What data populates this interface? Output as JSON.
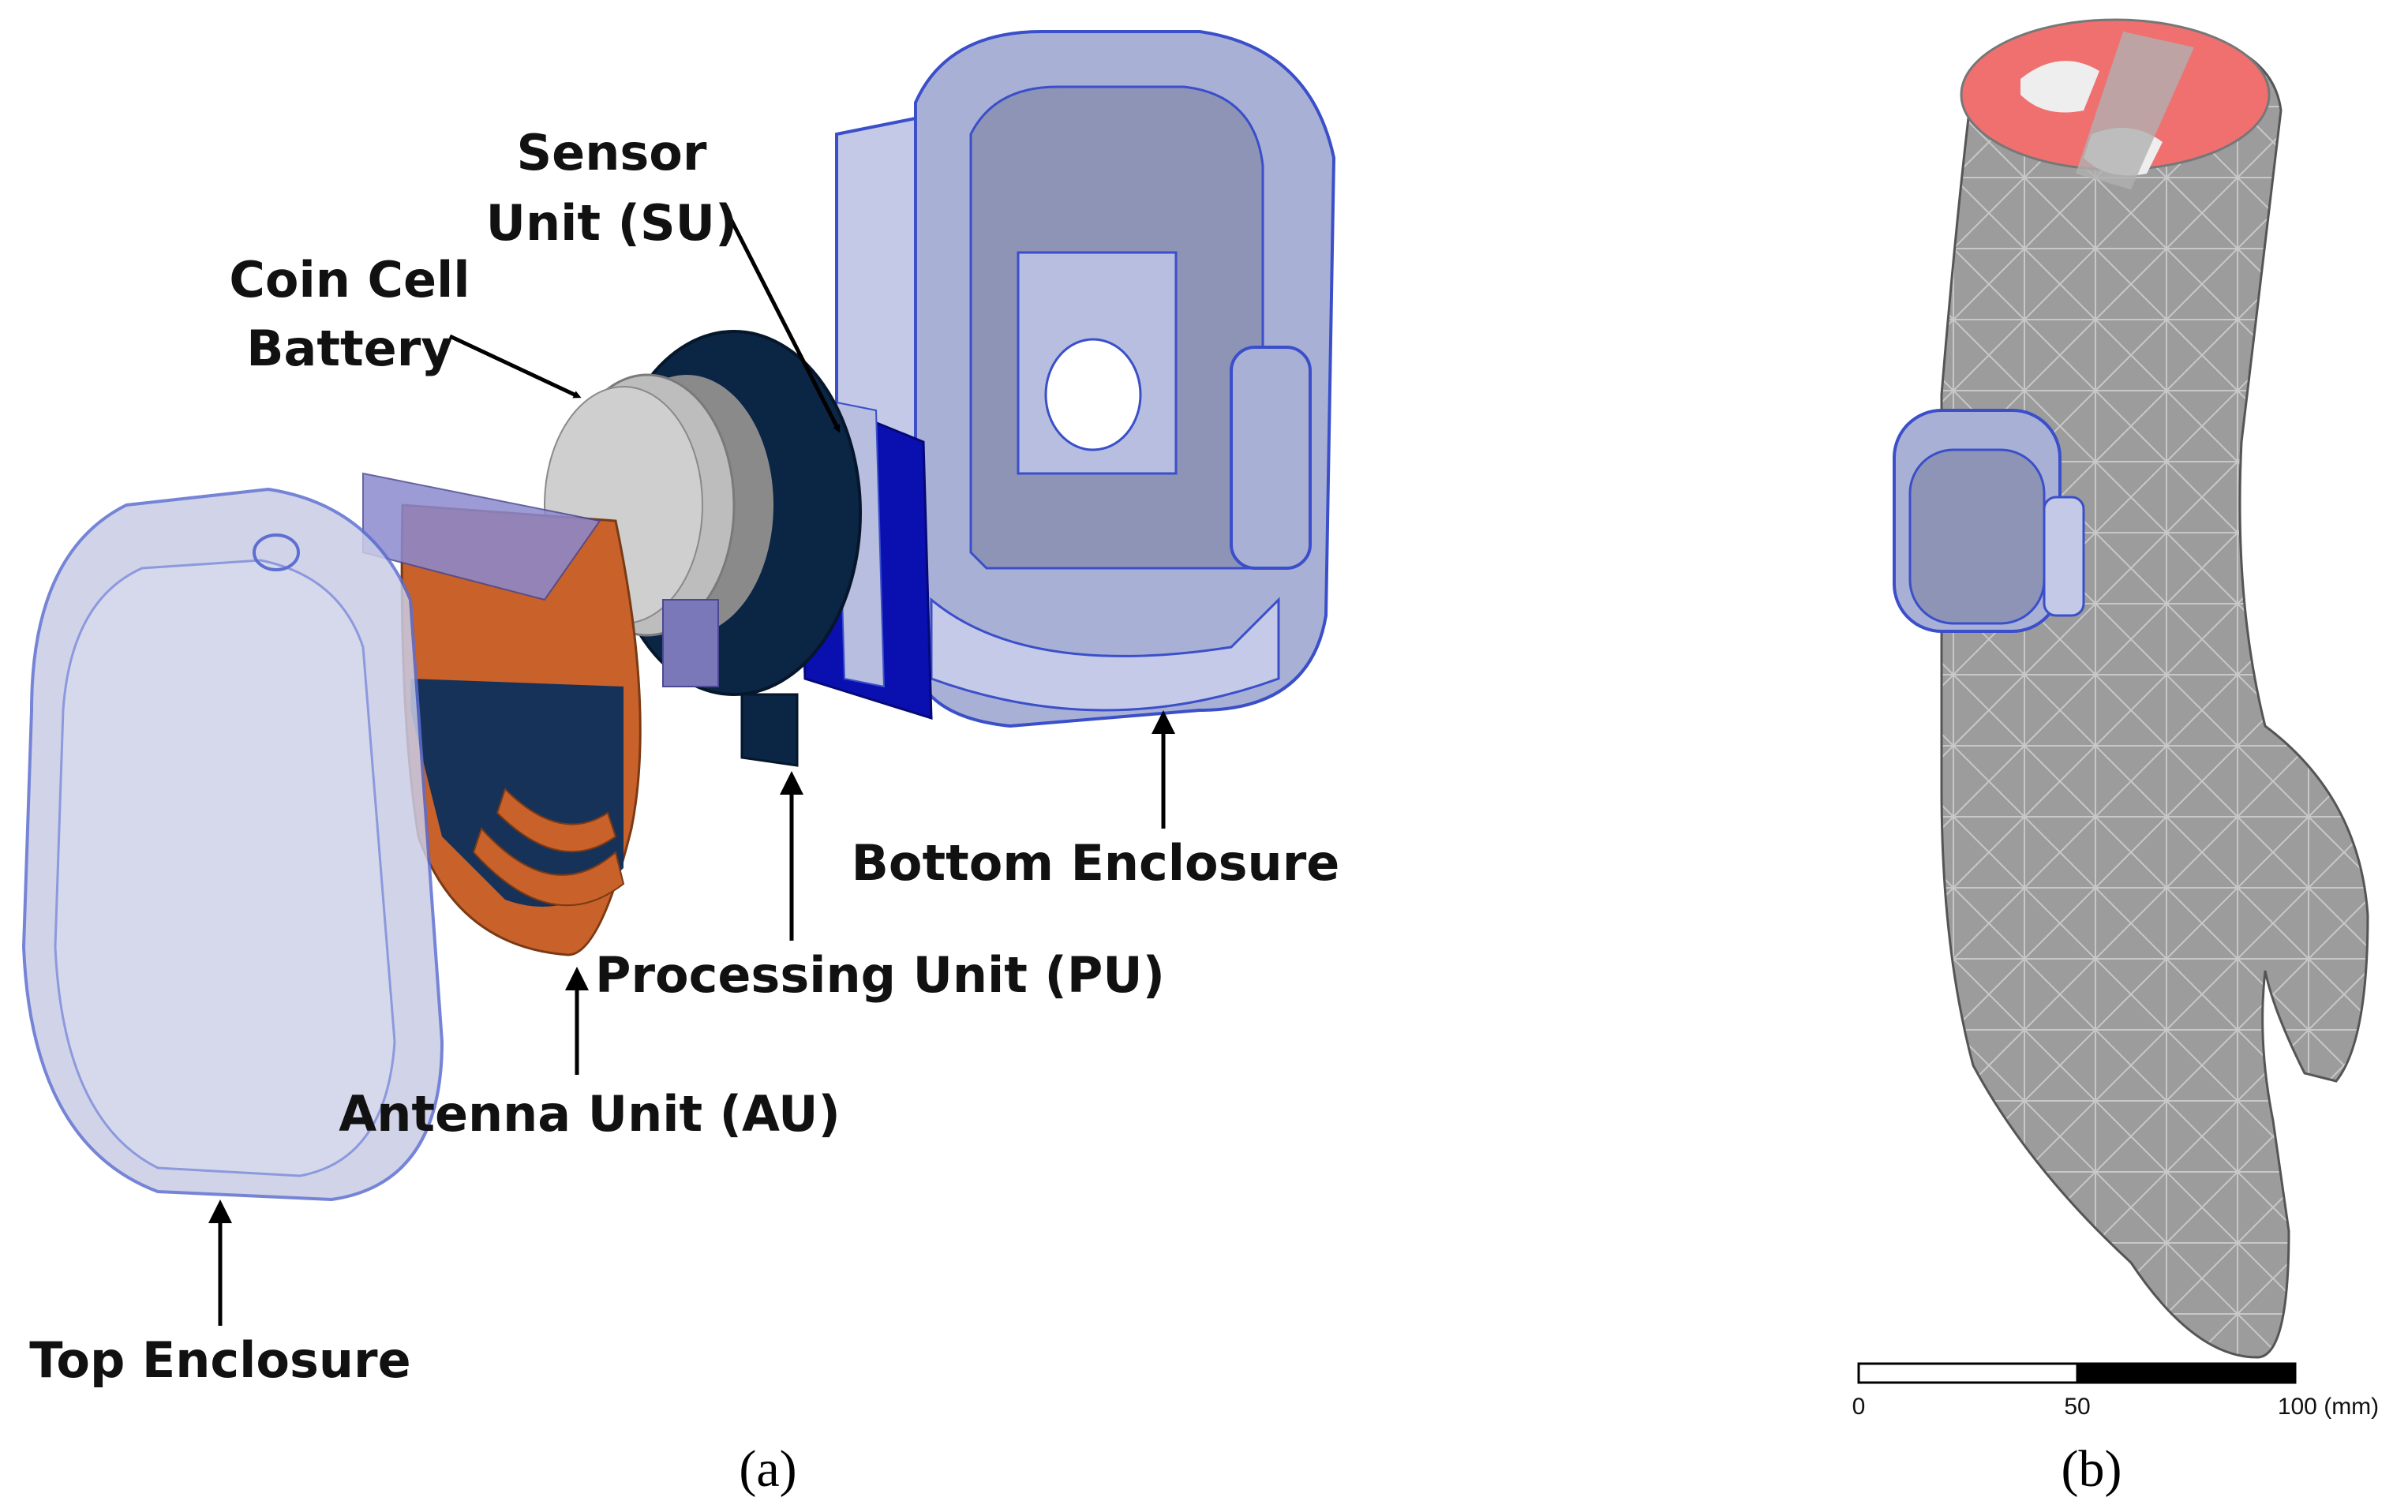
{
  "panel_a": {
    "caption": "(a)",
    "labels": {
      "sensor_line1": "Sensor",
      "sensor_line2": "Unit (SU)",
      "coin_line1": "Coin Cell",
      "coin_line2": "Battery",
      "bottom_enclosure": "Bottom Enclosure",
      "processing_unit": "Processing Unit (PU)",
      "antenna_unit": "Antenna Unit (AU)",
      "top_enclosure": "Top Enclosure"
    }
  },
  "panel_b": {
    "caption": "(b)",
    "scale_bar": {
      "tick0": "0",
      "tick1": "50",
      "tick2": "100 (mm)"
    }
  },
  "colors": {
    "enclosure": "#aab2d8",
    "enclosure_edge": "#3a4fc9",
    "pcb_copper": "#c8612a",
    "pcb_board": "#0d2f5c",
    "processing_disk": "#0b2545",
    "sensor_board": "#0a0fb0",
    "battery": "#b8b8b8",
    "arm_mesh": "#9a9a9a",
    "arm_cut": "#f07070"
  }
}
